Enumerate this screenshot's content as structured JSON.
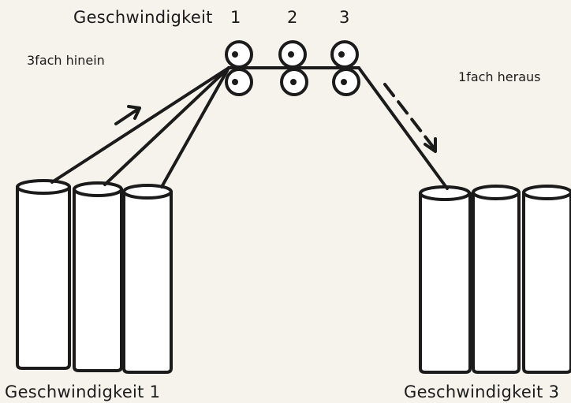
{
  "labels": {
    "speed_title": "Geschwindigkeit",
    "roller_numbers": [
      "1",
      "2",
      "3"
    ],
    "input_note": "3fach hinein",
    "output_note": "1fach heraus",
    "left_caption": "Geschwindigkeit 1",
    "right_caption": "Geschwindigkeit 3"
  },
  "colors": {
    "ink": "#1b1b1b",
    "paper": "#f6f3ec",
    "can_fill": "#ffffff"
  },
  "icons": {
    "input_arrow": "arrow-up-right-icon",
    "output_arrow": "dashed-arrow-down-right-icon"
  }
}
